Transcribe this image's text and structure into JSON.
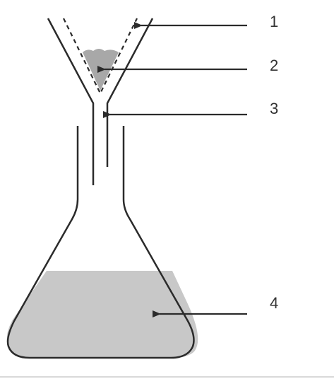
{
  "diagram": {
    "callouts": [
      {
        "id": "1",
        "label": "1",
        "target": "filter-paper"
      },
      {
        "id": "2",
        "label": "2",
        "target": "residue"
      },
      {
        "id": "3",
        "label": "3",
        "target": "funnel"
      },
      {
        "id": "4",
        "label": "4",
        "target": "filtrate"
      }
    ],
    "colors": {
      "outline": "#2b2b2b",
      "fill_gray": "#c8c8c8",
      "residue_gray": "#a8a8a8",
      "label": "#333333"
    }
  }
}
